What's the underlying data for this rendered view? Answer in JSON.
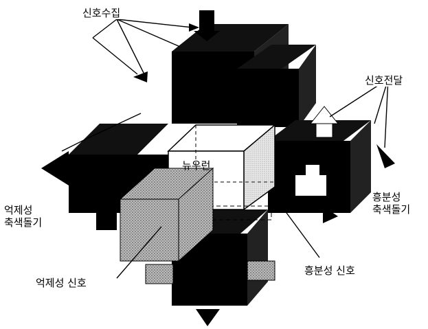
{
  "figure": {
    "labels": {
      "signal_collection": "신호수집",
      "signal_transmission": "신호전달",
      "neuron": "뉴우런",
      "inhibitory_dendrite": "억제성\n축색돌기",
      "excitatory_dendrite": "흥분성\n축색돌기",
      "inhibitory_signal": "억제성 신호",
      "excitatory_signal": "흥분성 신호"
    }
  }
}
